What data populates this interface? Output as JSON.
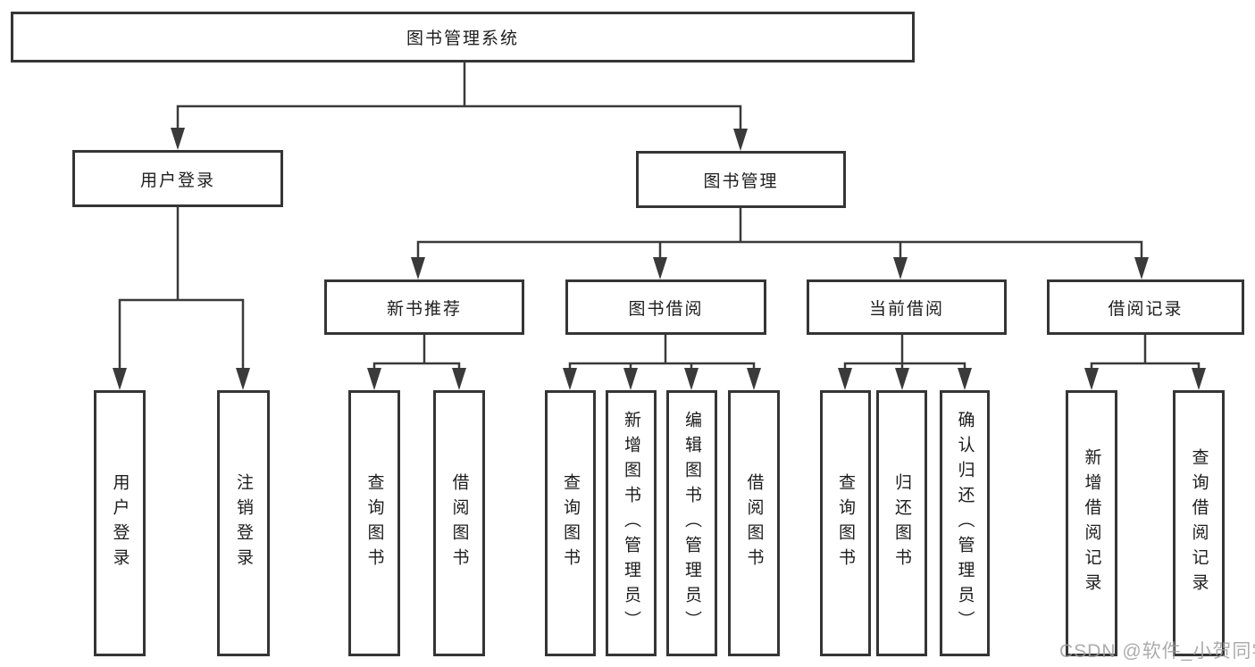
{
  "colors": {
    "box_border": "#353535",
    "connector_line": "#3a3a3a",
    "text": "#1d1d1d",
    "watermark": "#9e9e9e",
    "background": "#ffffff"
  },
  "watermark": {
    "text": "CSDN @软件_小贺同学"
  },
  "tree": {
    "root": {
      "label": "图书管理系统"
    },
    "children": [
      {
        "label": "用户登录",
        "children": [
          {
            "label": "用户登录"
          },
          {
            "label": "注销登录"
          }
        ]
      },
      {
        "label": "图书管理",
        "children": [
          {
            "label": "新书推荐",
            "children": [
              {
                "label": "查询图书"
              },
              {
                "label": "借阅图书"
              }
            ]
          },
          {
            "label": "图书借阅",
            "children": [
              {
                "label": "查询图书"
              },
              {
                "label": "新增图书（管理员）"
              },
              {
                "label": "编辑图书（管理员）"
              },
              {
                "label": "借阅图书"
              }
            ]
          },
          {
            "label": "当前借阅",
            "children": [
              {
                "label": "查询图书"
              },
              {
                "label": "归还图书"
              },
              {
                "label": "确认归还（管理员）"
              }
            ]
          },
          {
            "label": "借阅记录",
            "children": [
              {
                "label": "新增借阅记录"
              },
              {
                "label": "查询借阅记录"
              }
            ]
          }
        ]
      }
    ]
  }
}
